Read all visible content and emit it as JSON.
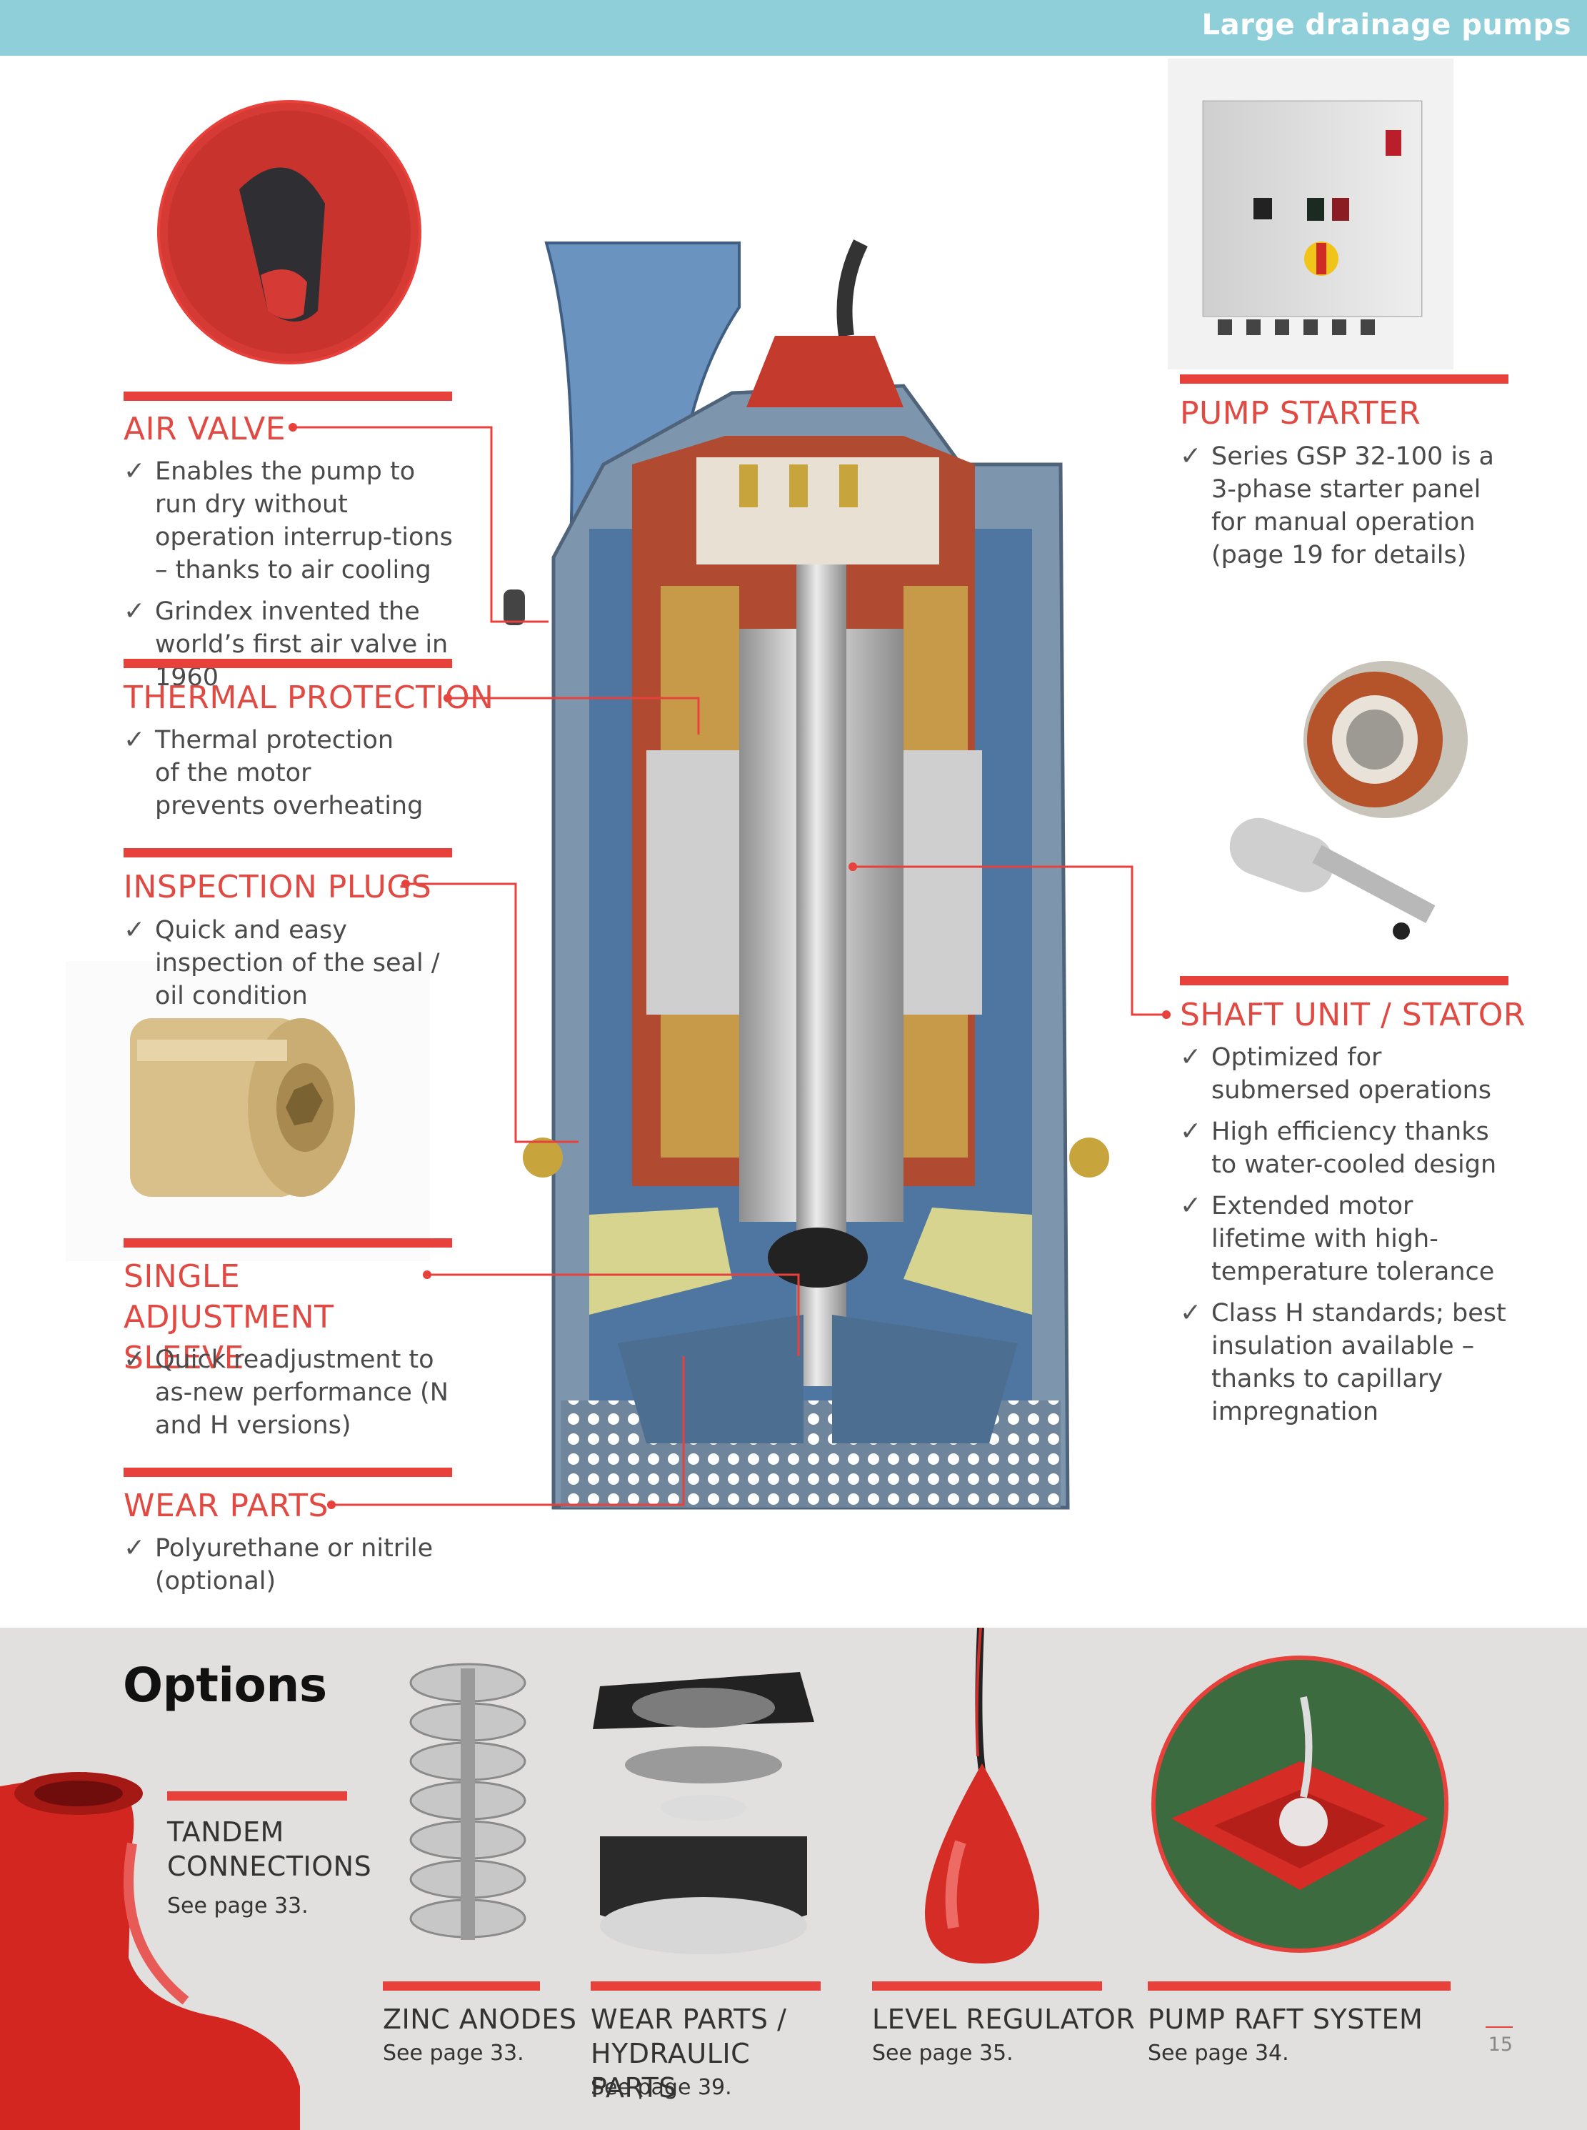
{
  "header": {
    "title": "Large drainage pumps"
  },
  "features_left": [
    {
      "heading": "AIR VALVE",
      "bullets": [
        "Enables the pump to run dry without operation interrup-tions – thanks to air cooling",
        "Grindex invented the world’s first air valve in 1960"
      ]
    },
    {
      "heading": "THERMAL PROTECTION",
      "bullets": [
        "Thermal protection of the motor prevents overheating"
      ]
    },
    {
      "heading": "INSPECTION PLUGS",
      "bullets": [
        "Quick and easy inspection of the seal / oil condition"
      ]
    },
    {
      "heading": "SINGLE ADJUSTMENT SLEEVE",
      "bullets": [
        "Quick readjustment to as-new performance (N and H versions)"
      ]
    },
    {
      "heading": "WEAR PARTS",
      "bullets": [
        "Polyurethane or nitrile (optional)"
      ]
    }
  ],
  "features_right": [
    {
      "heading": "PUMP STARTER",
      "bullets": [
        "Series GSP 32-100 is a 3-phase starter panel for manual operation (page 19 for details)"
      ]
    },
    {
      "heading": "SHAFT UNIT / STATOR",
      "bullets": [
        "Optimized for submersed operations",
        "High efficiency thanks to water-cooled design",
        "Extended motor lifetime with high-temperature tolerance",
        "Class H standards; best insulation available – thanks to capillary impregnation"
      ]
    }
  ],
  "check_glyph": "✓",
  "options": {
    "title": "Options",
    "items": [
      {
        "label": "TANDEM CONNECTIONS",
        "see": "See page 33."
      },
      {
        "label": "ZINC ANODES",
        "see": "See page 33."
      },
      {
        "label": "WEAR PARTS / HYDRAULIC PARTS",
        "see": "See page 39."
      },
      {
        "label": "LEVEL REGULATOR",
        "see": "See page 35."
      },
      {
        "label": "PUMP RAFT SYSTEM",
        "see": "See page 34."
      }
    ]
  },
  "page_number": "15",
  "colors": {
    "accent": "#e8413c",
    "header": "#8fcfd9",
    "band": "#e2dfdf",
    "pump_blue": "#5b7fa3",
    "pump_red": "#b5472f"
  }
}
